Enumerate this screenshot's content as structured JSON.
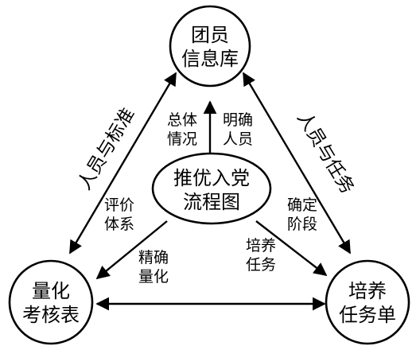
{
  "nodes": {
    "top": {
      "lines": [
        "团员",
        "信息库"
      ]
    },
    "center": {
      "lines": [
        "推优入党",
        "流程图"
      ]
    },
    "left": {
      "lines": [
        "量化",
        "考核表"
      ]
    },
    "right": {
      "lines": [
        "培养",
        "任务单"
      ]
    }
  },
  "edge_labels": {
    "left_side": "人员与标准",
    "right_side": "人员与任务",
    "up_left": [
      "总体",
      "情况"
    ],
    "up_right": [
      "明确",
      "人员"
    ],
    "center_left": [
      "评价",
      "体系"
    ],
    "center_right": [
      "确定",
      "阶段"
    ],
    "lower_left": [
      "精确",
      "量化"
    ],
    "lower_right": [
      "培养",
      "任务"
    ]
  }
}
